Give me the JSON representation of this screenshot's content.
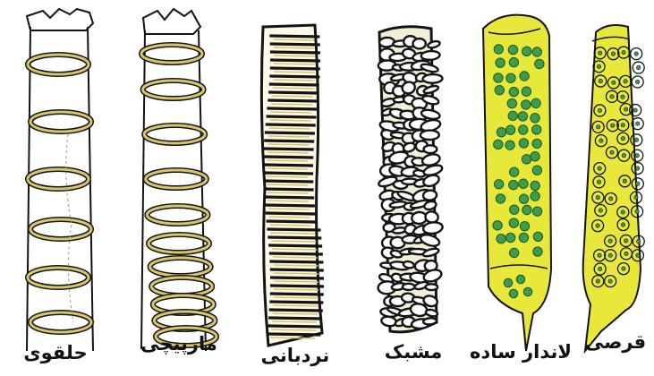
{
  "colors": {
    "ink": "#141414",
    "band": "#d9c66a",
    "pit_fill": "#e8e83a",
    "pit_dot": "#3f9c4a"
  },
  "elements": [
    {
      "id": "annular",
      "label": "حلقوی",
      "thickening": "ring"
    },
    {
      "id": "spiral",
      "label": "مارپیچی",
      "thickening": "helix"
    },
    {
      "id": "scalariform",
      "label": "نردبانی",
      "thickening": "ladder"
    },
    {
      "id": "reticulate",
      "label": "مشبک",
      "thickening": "net"
    },
    {
      "id": "simple-pitted",
      "label": "لاندار ساده",
      "thickening": "simple-pits"
    },
    {
      "id": "bordered-pitted",
      "label": "قرصی",
      "thickening": "bordered-pits"
    }
  ]
}
